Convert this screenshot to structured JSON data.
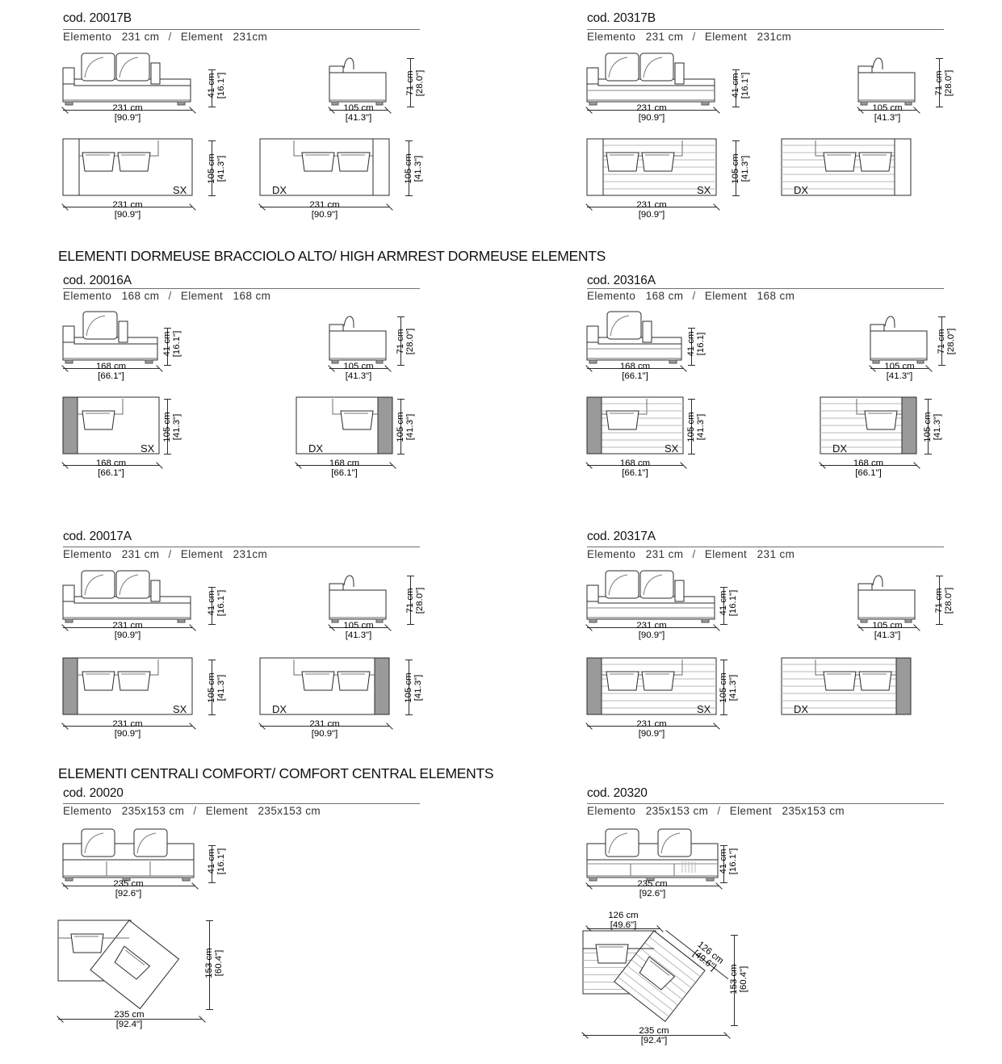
{
  "sections": [
    {
      "id": "sec-dormeuse-high",
      "title": "ELEMENTI DORMEUSE BRACCIOLO ALTO/ HIGH ARMREST DORMEUSE ELEMENTS"
    },
    {
      "id": "sec-comfort-central",
      "title": "ELEMENTI CENTRALI COMFORT/ COMFORT CENTRAL ELEMENTS"
    }
  ],
  "blocks": [
    {
      "id": "b-20017B",
      "cod": "cod. 20017B",
      "caption_it_label": "Elemento",
      "caption_it_value": "231 cm",
      "caption_sep": "/",
      "caption_en_label": "Element",
      "caption_en_value": "231cm",
      "front_width_cm": "231 cm",
      "front_width_in": "[90.9\"]",
      "front_height_cm": "41 cm",
      "front_height_in": "[16.1\"]",
      "side_width_cm": "105 cm",
      "side_width_in": "[41.3\"]",
      "side_height_cm": "71 cm",
      "side_height_in": "[28.0\"]",
      "plan_width_cm": "231 cm",
      "plan_width_in": "[90.9\"]",
      "plan_depth_cm": "105 cm",
      "plan_depth_in": "[41.3\"]",
      "hand_left": "SX",
      "hand_right": "DX"
    },
    {
      "id": "b-20317B",
      "cod": "cod. 20317B",
      "caption_it_label": "Elemento",
      "caption_it_value": "231 cm",
      "caption_sep": "/",
      "caption_en_label": "Element",
      "caption_en_value": "231cm",
      "front_width_cm": "231 cm",
      "front_width_in": "[90.9\"]",
      "front_height_cm": "41 cm",
      "front_height_in": "[16.1\"]",
      "side_width_cm": "105 cm",
      "side_width_in": "[41.3\"]",
      "side_height_cm": "71 cm",
      "side_height_in": "[28.0\"]",
      "plan_width_cm": "231 cm",
      "plan_width_in": "[90.9\"]",
      "plan_depth_cm": "105 cm",
      "plan_depth_in": "[41.3\"]",
      "hand_left": "SX",
      "hand_right": "DX"
    },
    {
      "id": "b-20016A",
      "cod": "cod. 20016A",
      "caption_it_label": "Elemento",
      "caption_it_value": "168 cm",
      "caption_sep": "/",
      "caption_en_label": "Element",
      "caption_en_value": "168 cm",
      "front_width_cm": "168 cm",
      "front_width_in": "[66.1\"]",
      "front_height_cm": "41 cm",
      "front_height_in": "[16.1\"]",
      "side_width_cm": "105 cm",
      "side_width_in": "[41.3\"]",
      "side_height_cm": "71 cm",
      "side_height_in": "[28.0\"]",
      "plan_width_cm": "168 cm",
      "plan_width_in": "[66.1\"]",
      "plan_depth_cm": "105 cm",
      "plan_depth_in": "[41.3\"]",
      "hand_left": "SX",
      "hand_right": "DX"
    },
    {
      "id": "b-20316A",
      "cod": "cod. 20316A",
      "caption_it_label": "Elemento",
      "caption_it_value": "168 cm",
      "caption_sep": "/",
      "caption_en_label": "Element",
      "caption_en_value": "168 cm",
      "front_width_cm": "168 cm",
      "front_width_in": "[66.1\"]",
      "front_height_cm": "41 cm",
      "front_height_in": "[16.1]",
      "side_width_cm": "105 cm",
      "side_width_in": "[41.3\"]",
      "side_height_cm": "71 cm",
      "side_height_in": "[28.0\"]",
      "plan_width_cm": "168 cm",
      "plan_width_in": "[66.1\"]",
      "plan_depth_cm": "105 cm",
      "plan_depth_in": "[41.3\"]",
      "hand_left": "SX",
      "hand_right": "DX"
    },
    {
      "id": "b-20017A",
      "cod": "cod. 20017A",
      "caption_it_label": "Elemento",
      "caption_it_value": "231 cm",
      "caption_sep": "/",
      "caption_en_label": "Element",
      "caption_en_value": "231cm",
      "front_width_cm": "231 cm",
      "front_width_in": "[90.9\"]",
      "front_height_cm": "41 cm",
      "front_height_in": "[16.1\"]",
      "side_width_cm": "105 cm",
      "side_width_in": "[41.3\"]",
      "side_height_cm": "71 cm",
      "side_height_in": "[28.0\"]",
      "plan_width_cm": "231 cm",
      "plan_width_in": "[90.9\"]",
      "plan_depth_cm": "105 cm",
      "plan_depth_in": "[41.3\"]",
      "hand_left": "SX",
      "hand_right": "DX"
    },
    {
      "id": "b-20317A",
      "cod": "cod. 20317A",
      "caption_it_label": "Elemento",
      "caption_it_value": "231 cm",
      "caption_sep": "/",
      "caption_en_label": "Element",
      "caption_en_value": "231 cm",
      "front_width_cm": "231 cm",
      "front_width_in": "[90.9\"]",
      "front_height_cm": "41 cm",
      "front_height_in": "[16.1\"]",
      "side_width_cm": "105 cm",
      "side_width_in": "[41.3\"]",
      "side_height_cm": "71 cm",
      "side_height_in": "[28.0\"]",
      "plan_width_cm": "231 cm",
      "plan_width_in": "[90.9\"]",
      "plan_depth_cm": "105 cm",
      "plan_depth_in": "[41.3\"]",
      "hand_left": "SX",
      "hand_right": "DX"
    },
    {
      "id": "b-20020",
      "cod": "cod. 20020",
      "caption_it_label": "Elemento",
      "caption_it_value": "235x153 cm",
      "caption_sep": "/",
      "caption_en_label": "Element",
      "caption_en_value": "235x153 cm",
      "front_width_cm": "235 cm",
      "front_width_in": "[92.6\"]",
      "front_height_cm": "41 cm",
      "front_height_in": "[16.1\"]",
      "plan_width_cm": "235 cm",
      "plan_width_in": "[92.4\"]",
      "plan_depth_cm": "153 cm",
      "plan_depth_in": "[60.4\"]"
    },
    {
      "id": "b-20320",
      "cod": "cod. 20320",
      "caption_it_label": "Elemento",
      "caption_it_value": "235x153 cm",
      "caption_sep": "/",
      "caption_en_label": "Element",
      "caption_en_value": "235x153 cm",
      "front_width_cm": "235 cm",
      "front_width_in": "[92.6\"]",
      "front_height_cm": "41 cm",
      "front_height_in": "[16.1\"]",
      "plan_width_cm": "235 cm",
      "plan_width_in": "[92.4\"]",
      "plan_depth_cm": "153 cm",
      "plan_depth_in": "[60.4\"]",
      "plan_top_cm": "126 cm",
      "plan_top_in": "[49.6\"]",
      "plan_diag_cm": "126 cm",
      "plan_diag_in": "[49.6\"]"
    }
  ],
  "colors": {
    "line": "#2b2b2b",
    "armrest_gray": "#9a9a9a",
    "stripe": "#b9b9b9",
    "rule": "#6f6f6f"
  }
}
